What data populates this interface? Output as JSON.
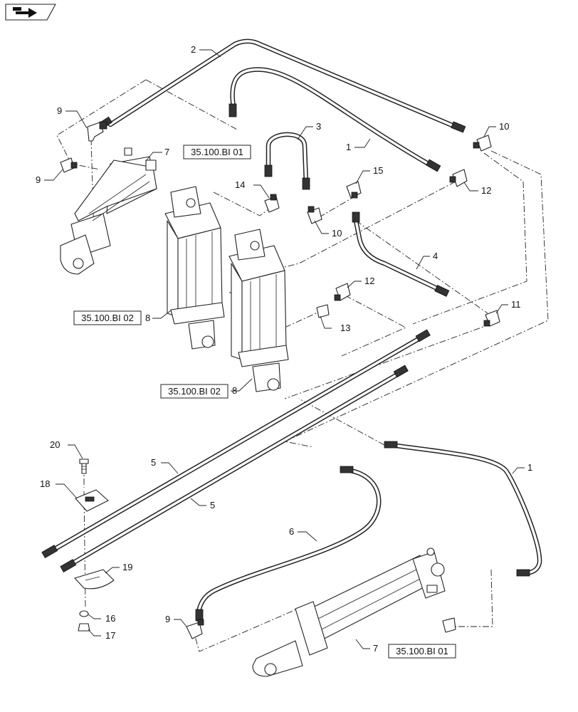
{
  "callouts": {
    "c1a": "1",
    "c1b": "1",
    "c2": "2",
    "c3": "3",
    "c4": "4",
    "c5a": "5",
    "c5b": "5",
    "c6": "6",
    "c7a": "7",
    "c7b": "7",
    "c8a": "8",
    "c8b": "8",
    "c9a": "9",
    "c9b": "9",
    "c9c": "9",
    "c10a": "10",
    "c10b": "10",
    "c11": "11",
    "c12a": "12",
    "c12b": "12",
    "c13": "13",
    "c14": "14",
    "c15": "15",
    "c16": "16",
    "c17": "17",
    "c18": "18",
    "c19": "19",
    "c20": "20"
  },
  "references": {
    "ref_cyl7_top": "35.100.BI 01",
    "ref_cyl8_left": "35.100.BI 02",
    "ref_cyl8_mid": "35.100.BI 02",
    "ref_cyl7_bottom": "35.100.BI 01"
  },
  "icons": {
    "corner_icon": "navigation-arrow-icon"
  }
}
